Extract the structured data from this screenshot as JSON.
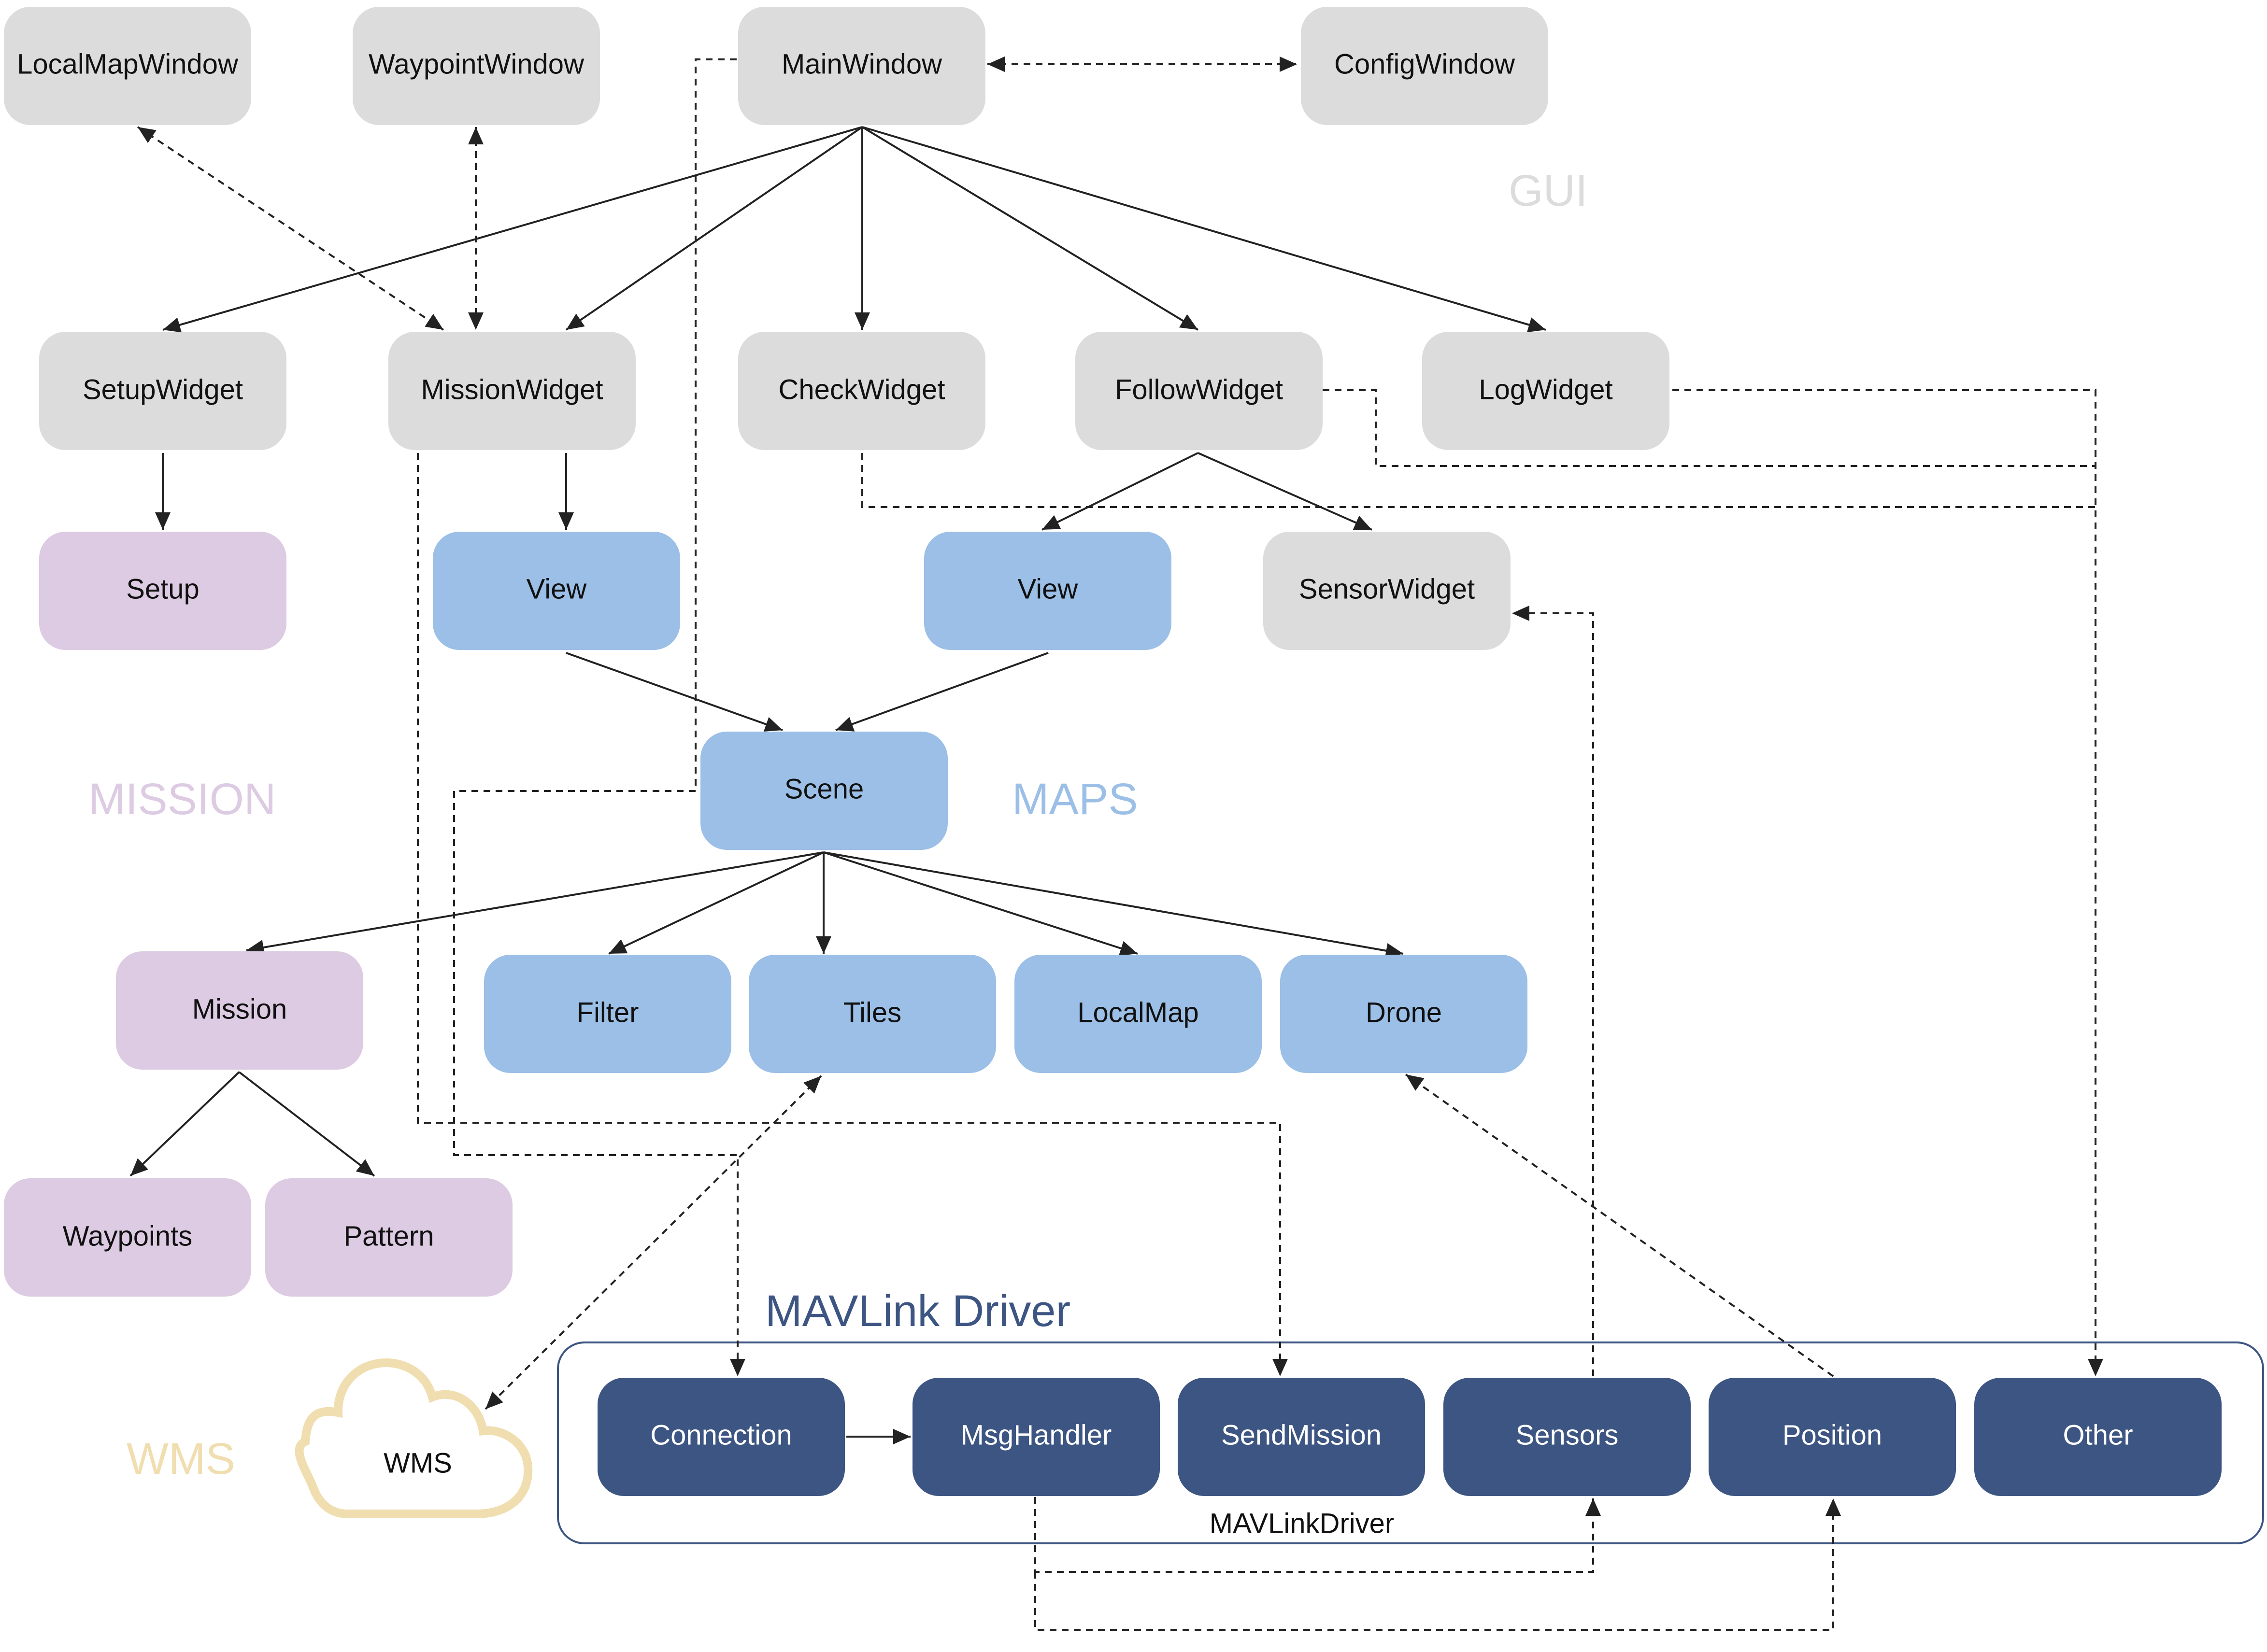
{
  "nodes": {
    "local_map_window": "LocalMapWindow",
    "waypoint_window": "WaypointWindow",
    "main_window": "MainWindow",
    "config_window": "ConfigWindow",
    "setup_widget": "SetupWidget",
    "mission_widget": "MissionWidget",
    "check_widget": "CheckWidget",
    "follow_widget": "FollowWidget",
    "log_widget": "LogWidget",
    "setup": "Setup",
    "view_mission": "View",
    "view_follow": "View",
    "sensor_widget": "SensorWidget",
    "scene": "Scene",
    "mission": "Mission",
    "filter": "Filter",
    "tiles": "Tiles",
    "local_map": "LocalMap",
    "drone": "Drone",
    "waypoints": "Waypoints",
    "pattern": "Pattern",
    "wms_cloud": "WMS",
    "connection": "Connection",
    "msg_handler": "MsgHandler",
    "send_mission": "SendMission",
    "sensors": "Sensors",
    "position": "Position",
    "other": "Other"
  },
  "groups": {
    "gui": "GUI",
    "mission": "MISSION",
    "maps": "MAPS",
    "wms": "WMS",
    "mavlink": "MAVLink Driver",
    "mavlink_box": "MAVLinkDriver"
  },
  "colors": {
    "gui_node": "#dcdcdc",
    "mission_node": "#dccbe2",
    "maps_node": "#9bbfe6",
    "mavlink_node": "#3d5582",
    "gui_label": "#dcdcdc",
    "mission_label": "#dccbe2",
    "maps_label": "#9bbfe6",
    "wms_label": "#f0deb0",
    "mavlink_label": "#3d5582",
    "cloud_outline": "#f0deb0"
  }
}
